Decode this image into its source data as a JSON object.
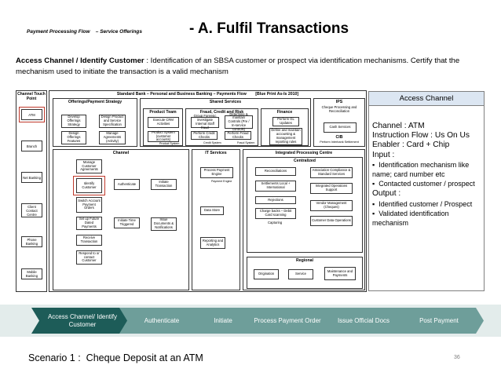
{
  "header": {
    "subtitle_left": "Payment Processing Flow",
    "subtitle_right": "– Service Offerings",
    "title": "- A. Fulfil Transactions"
  },
  "description": {
    "prefix": "Access Channel / Identify Customer",
    "text": " : Identification of an SBSA customer or prospect via identification mechanisms. Certify that the mechanism used to initiate the transaction is a valid mechanism"
  },
  "diagram": {
    "channel_col_title": "Channel Touch Point",
    "main_title": "Standard Bank – Personal and Business Banking – Payments Flow",
    "blueprint": "[Blue Print As-Is 2010]",
    "touch_points": [
      "ATM",
      "Branch",
      "Net Banking",
      "Client Contact Centre",
      "Phone Banking",
      "Mobile Banking"
    ],
    "offerings": {
      "title": "Offerings/Payment Strategy",
      "boxes": [
        "Develop Offerings Strategy",
        "Design Product and Service Specification",
        "Design Offerings Features",
        "Manage Agreements (Activity)"
      ]
    },
    "shared": {
      "title": "Shared Services",
      "product_team": {
        "title": "Product Team",
        "boxes": [
          "Execute CRM Activities",
          "Product System (customer accounts)"
        ],
        "sub": "Product System"
      },
      "fraud": {
        "title": "Fraud, Credit and Risk",
        "boxes": [
          "Group Forensic investigate Internal Staff fraud",
          "Determine & maintain Controls (Pre / In-service controls)",
          "Perform Credit Checks",
          "Perform Fraud Checks"
        ],
        "subs": [
          "Credit System",
          "Fraud System"
        ]
      },
      "finance": {
        "title": "Finance",
        "boxes": [
          "Perform GL Updates",
          "Define and maintain accounting & management reporting rules"
        ]
      }
    },
    "ips": {
      "title": "IPS",
      "sub": "Cheque Processing and Reconciliation",
      "cash": "Cash Services"
    },
    "cib": {
      "title": "CIB",
      "sub": "Perform Interbank Settlement"
    },
    "channel": {
      "title": "Channel",
      "boxes": [
        "Manage Customer Agreements",
        "Identify Customer",
        "Authenticate",
        "Initiate Transaction",
        "Switch Account Payment Orders",
        "Set up Future Dated Payments",
        "Initiate Time Triggered",
        "Issue Documents & Notifications",
        "Receive Transaction",
        "Respond to or contact Customer"
      ]
    },
    "it": {
      "title": "IT Services",
      "boxes": [
        "Process Payment Engine",
        "Data Store",
        "Reporting and Analytics"
      ],
      "sub": "Payment Engine"
    },
    "ipc": {
      "title": "Integrated Processing Centre",
      "centralized": "Centralized",
      "boxes": [
        "Reconciliations",
        "Association Compliance & Standard Services",
        "Settlements Local + International",
        "Integrated Operations Support",
        "Rejections",
        "Vendor Management (Cheques)",
        "Charge backs – Debit Card scanning",
        "Customer Data Operations",
        "Capturing"
      ],
      "regional": "Regional",
      "regional_boxes": [
        "Origination",
        "Service",
        "Maintenance and Payments"
      ]
    }
  },
  "access_channel": {
    "header": "Access Channel",
    "channel_label": "Channel",
    "channel_value": " : ATM",
    "instruction_label": "Instruction Flow",
    "instruction_value": " : Us On Us",
    "enabler_label": "Enabler",
    "enabler_value": " : Card + Chip",
    "input_label": "Input",
    "input_suffix": " :",
    "input_items": [
      "Identification mechanism like name; card number etc",
      "Contacted customer / prospect"
    ],
    "output_label": "Output :",
    "output_items": [
      "Identified customer / Prospect",
      "Validated identification mechanism"
    ]
  },
  "flow_steps": [
    "Access Channel/ Identify Customer",
    "Authenticate",
    "Initiate",
    "Process Payment Order",
    "Issue Official Docs",
    "Post Payment"
  ],
  "colors": {
    "active": "#1d5c58",
    "inactive": "#6e9e9a",
    "arrow_bg": "#d9e4e3"
  },
  "footer": {
    "scenario_label": "Scenario 1 :",
    "scenario_text": "Cheque Deposit at an ATM",
    "page_number": "36"
  }
}
